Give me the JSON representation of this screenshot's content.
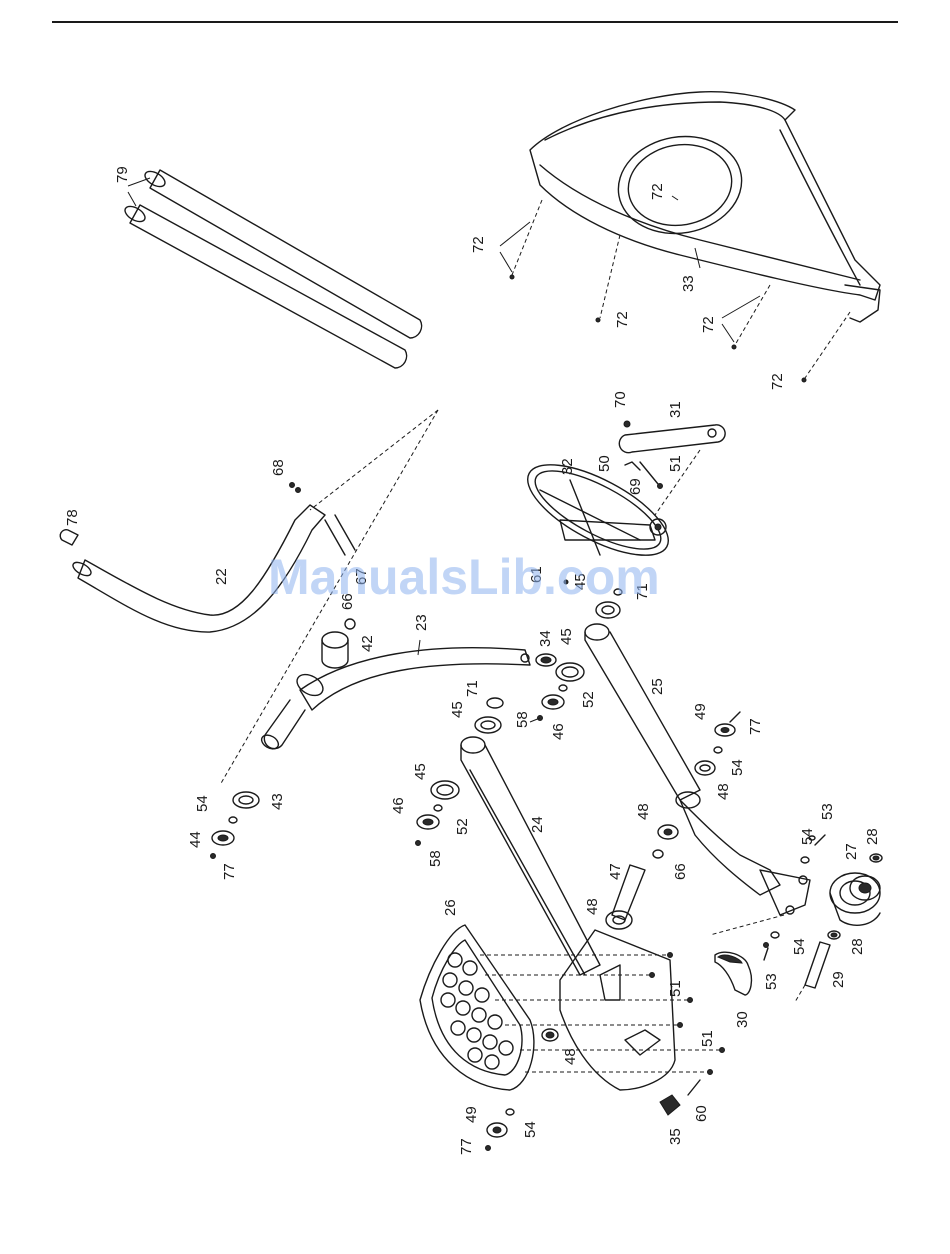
{
  "watermark": "ManualsLib.com",
  "callouts": [
    {
      "id": "79",
      "text": "79"
    },
    {
      "id": "72a",
      "text": "72"
    },
    {
      "id": "72b",
      "text": "72"
    },
    {
      "id": "72c",
      "text": "72"
    },
    {
      "id": "72d",
      "text": "72"
    },
    {
      "id": "72e",
      "text": "72"
    },
    {
      "id": "33",
      "text": "33"
    },
    {
      "id": "70",
      "text": "70"
    },
    {
      "id": "31",
      "text": "31"
    },
    {
      "id": "50",
      "text": "50"
    },
    {
      "id": "51a",
      "text": "51"
    },
    {
      "id": "69",
      "text": "69"
    },
    {
      "id": "32",
      "text": "32"
    },
    {
      "id": "78",
      "text": "78"
    },
    {
      "id": "68",
      "text": "68"
    },
    {
      "id": "67",
      "text": "67"
    },
    {
      "id": "22",
      "text": "22"
    },
    {
      "id": "61",
      "text": "61"
    },
    {
      "id": "45a",
      "text": "45"
    },
    {
      "id": "71a",
      "text": "71"
    },
    {
      "id": "66a",
      "text": "66"
    },
    {
      "id": "42",
      "text": "42"
    },
    {
      "id": "23",
      "text": "23"
    },
    {
      "id": "34",
      "text": "34"
    },
    {
      "id": "45b",
      "text": "45"
    },
    {
      "id": "52a",
      "text": "52"
    },
    {
      "id": "25",
      "text": "25"
    },
    {
      "id": "71b",
      "text": "71"
    },
    {
      "id": "45c",
      "text": "45"
    },
    {
      "id": "58a",
      "text": "58"
    },
    {
      "id": "46a",
      "text": "46"
    },
    {
      "id": "49a",
      "text": "49"
    },
    {
      "id": "77a",
      "text": "77"
    },
    {
      "id": "54a",
      "text": "54"
    },
    {
      "id": "48a",
      "text": "48"
    },
    {
      "id": "54b",
      "text": "54"
    },
    {
      "id": "43",
      "text": "43"
    },
    {
      "id": "44",
      "text": "44"
    },
    {
      "id": "77b",
      "text": "77"
    },
    {
      "id": "45d",
      "text": "45"
    },
    {
      "id": "46b",
      "text": "46"
    },
    {
      "id": "52b",
      "text": "52"
    },
    {
      "id": "58b",
      "text": "58"
    },
    {
      "id": "24",
      "text": "24"
    },
    {
      "id": "48b",
      "text": "48"
    },
    {
      "id": "66b",
      "text": "66"
    },
    {
      "id": "53a",
      "text": "53"
    },
    {
      "id": "54c",
      "text": "54"
    },
    {
      "id": "27",
      "text": "27"
    },
    {
      "id": "28a",
      "text": "28"
    },
    {
      "id": "47",
      "text": "47"
    },
    {
      "id": "26",
      "text": "26"
    },
    {
      "id": "48c",
      "text": "48"
    },
    {
      "id": "51b",
      "text": "51"
    },
    {
      "id": "54d",
      "text": "54"
    },
    {
      "id": "53b",
      "text": "53"
    },
    {
      "id": "28b",
      "text": "28"
    },
    {
      "id": "29",
      "text": "29"
    },
    {
      "id": "30",
      "text": "30"
    },
    {
      "id": "51c",
      "text": "51"
    },
    {
      "id": "48d",
      "text": "48"
    },
    {
      "id": "60",
      "text": "60"
    },
    {
      "id": "35",
      "text": "35"
    },
    {
      "id": "49b",
      "text": "49"
    },
    {
      "id": "77c",
      "text": "77"
    },
    {
      "id": "54e",
      "text": "54"
    }
  ]
}
